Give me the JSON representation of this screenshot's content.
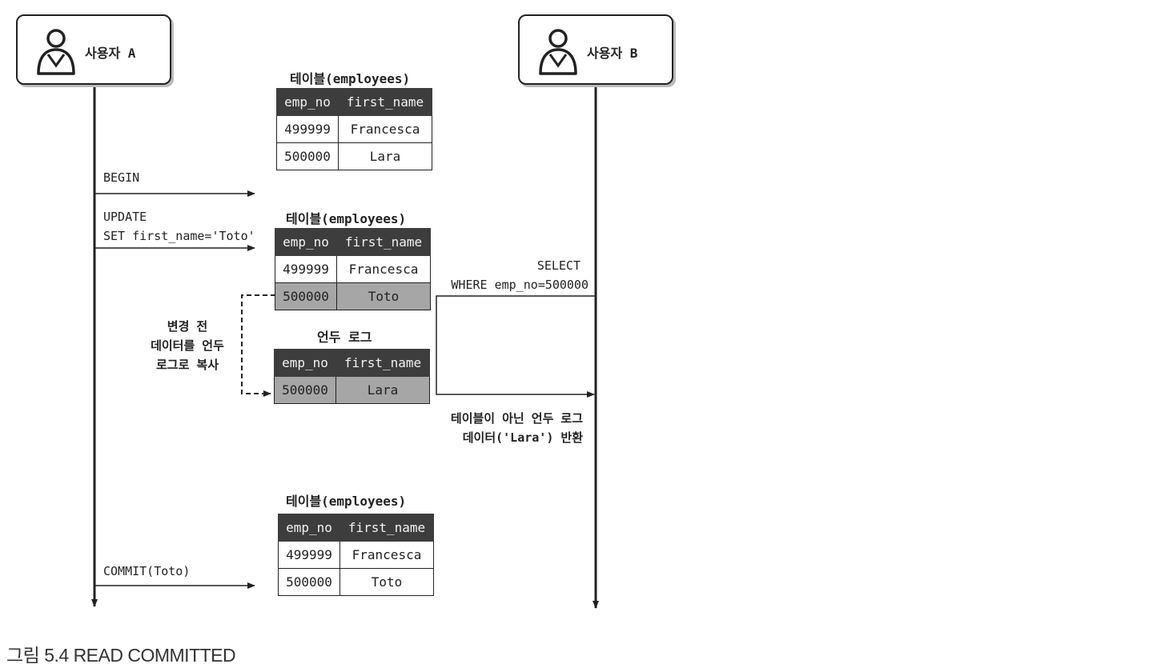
{
  "actors": {
    "a": {
      "label": "사용자 A"
    },
    "b": {
      "label": "사용자 B"
    }
  },
  "tables": [
    {
      "title": "테이블(employees)",
      "headers": [
        "emp_no",
        "first_name"
      ],
      "rows": [
        [
          "499999",
          "Francesca"
        ],
        [
          "500000",
          "Lara"
        ]
      ]
    },
    {
      "title": "테이블(employees)",
      "headers": [
        "emp_no",
        "first_name"
      ],
      "rows": [
        [
          "499999",
          "Francesca"
        ],
        [
          "500000",
          "Toto"
        ]
      ],
      "highlight_row": 1
    },
    {
      "title": "언두 로그",
      "headers": [
        "emp_no",
        "first_name"
      ],
      "rows": [
        [
          "500000",
          "Lara"
        ]
      ],
      "highlight_row": 0
    },
    {
      "title": "테이블(employees)",
      "headers": [
        "emp_no",
        "first_name"
      ],
      "rows": [
        [
          "499999",
          "Francesca"
        ],
        [
          "500000",
          "Toto"
        ]
      ]
    }
  ],
  "messages": {
    "begin": "BEGIN",
    "update_line1": "UPDATE",
    "update_line2": "SET first_name='Toto'",
    "select_line1": "SELECT",
    "select_line2": "WHERE emp_no=500000",
    "copy_line1": "변경 전",
    "copy_line2": "데이터를 언두",
    "copy_line3": "로그로 복사",
    "return_line1": "테이블이 아닌 언두 로그",
    "return_line2": "데이터('Lara') 반환",
    "commit": "COMMIT(Toto)"
  },
  "caption": "그림 5.4 READ COMMITTED",
  "colors": {
    "line": "#222222",
    "header_bg": "#3d3d3d",
    "highlight_bg": "#a6a6a6"
  }
}
